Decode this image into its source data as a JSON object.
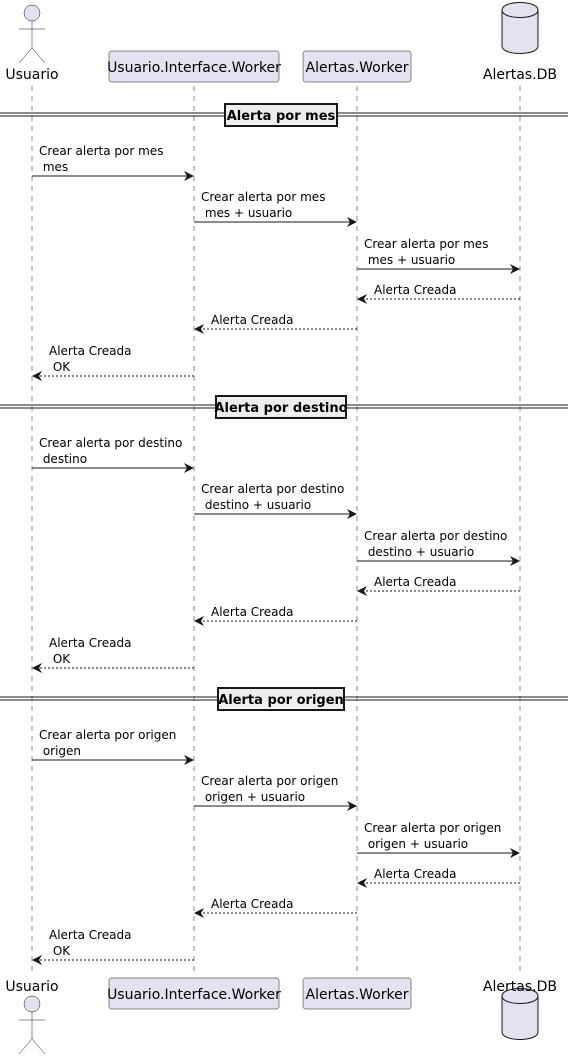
{
  "participants": [
    {
      "id": "usuario",
      "name": "Usuario",
      "kind": "actor"
    },
    {
      "id": "interface",
      "name": "Usuario.Interface.Worker",
      "kind": "box"
    },
    {
      "id": "alertas",
      "name": "Alertas.Worker",
      "kind": "box"
    },
    {
      "id": "db",
      "name": "Alertas.DB",
      "kind": "database"
    }
  ],
  "sections": [
    {
      "title": "Alerta por mes",
      "messages": [
        {
          "from": "usuario",
          "to": "interface",
          "dashed": false,
          "lines": [
            "Crear alerta por mes",
            " mes"
          ]
        },
        {
          "from": "interface",
          "to": "alertas",
          "dashed": false,
          "lines": [
            "Crear alerta por mes",
            " mes + usuario"
          ]
        },
        {
          "from": "alertas",
          "to": "db",
          "dashed": false,
          "lines": [
            "Crear alerta por mes",
            " mes + usuario"
          ]
        },
        {
          "from": "db",
          "to": "alertas",
          "dashed": true,
          "lines": [
            "Alerta Creada"
          ]
        },
        {
          "from": "alertas",
          "to": "interface",
          "dashed": true,
          "lines": [
            "Alerta Creada"
          ]
        },
        {
          "from": "interface",
          "to": "usuario",
          "dashed": true,
          "lines": [
            "Alerta Creada",
            " OK"
          ]
        }
      ]
    },
    {
      "title": "Alerta por destino",
      "messages": [
        {
          "from": "usuario",
          "to": "interface",
          "dashed": false,
          "lines": [
            "Crear alerta por destino",
            " destino"
          ]
        },
        {
          "from": "interface",
          "to": "alertas",
          "dashed": false,
          "lines": [
            "Crear alerta por destino",
            " destino + usuario"
          ]
        },
        {
          "from": "alertas",
          "to": "db",
          "dashed": false,
          "lines": [
            "Crear alerta por destino",
            " destino + usuario"
          ]
        },
        {
          "from": "db",
          "to": "alertas",
          "dashed": true,
          "lines": [
            "Alerta Creada"
          ]
        },
        {
          "from": "alertas",
          "to": "interface",
          "dashed": true,
          "lines": [
            "Alerta Creada"
          ]
        },
        {
          "from": "interface",
          "to": "usuario",
          "dashed": true,
          "lines": [
            "Alerta Creada",
            " OK"
          ]
        }
      ]
    },
    {
      "title": "Alerta por origen",
      "messages": [
        {
          "from": "usuario",
          "to": "interface",
          "dashed": false,
          "lines": [
            "Crear alerta por origen",
            " origen"
          ]
        },
        {
          "from": "interface",
          "to": "alertas",
          "dashed": false,
          "lines": [
            "Crear alerta por origen",
            " origen + usuario"
          ]
        },
        {
          "from": "alertas",
          "to": "db",
          "dashed": false,
          "lines": [
            "Crear alerta por origen",
            " origen + usuario"
          ]
        },
        {
          "from": "db",
          "to": "alertas",
          "dashed": true,
          "lines": [
            "Alerta Creada"
          ]
        },
        {
          "from": "alertas",
          "to": "interface",
          "dashed": true,
          "lines": [
            "Alerta Creada"
          ]
        },
        {
          "from": "interface",
          "to": "usuario",
          "dashed": true,
          "lines": [
            "Alerta Creada",
            " OK"
          ]
        }
      ]
    }
  ],
  "colors": {
    "participant_fill": "#E2E2F0",
    "participant_border": "#181818",
    "section_fill": "#EEEEEE",
    "lifeline": "#181818"
  }
}
